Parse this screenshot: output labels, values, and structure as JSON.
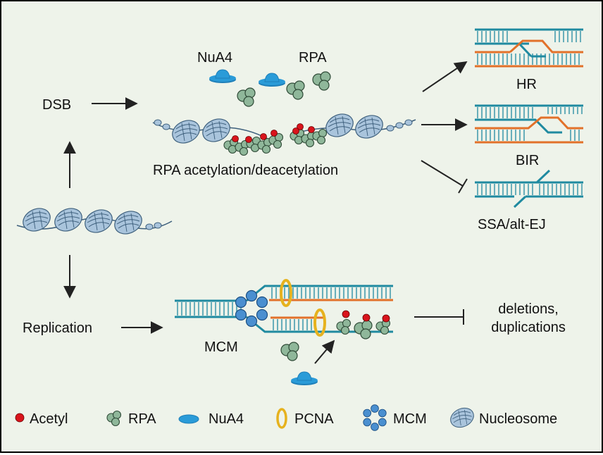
{
  "labels": {
    "dsb": "DSB",
    "replication": "Replication",
    "nua4": "NuA4",
    "rpa": "RPA",
    "rpa_acetylation": "RPA acetylation/deacetylation",
    "hr": "HR",
    "bir": "BIR",
    "ssa": "SSA/alt-EJ",
    "mcm": "MCM",
    "deletions": "deletions,",
    "duplications": "duplications"
  },
  "legend": {
    "acetyl": "Acetyl",
    "rpa": "RPA",
    "nua4": "NuA4",
    "pcna": "PCNA",
    "mcm": "MCM",
    "nucleosome": "Nucleosome"
  },
  "colors": {
    "background": "#eef3ea",
    "teal_dna": "#1f8aa0",
    "orange_dna": "#e2712a",
    "rpa_green": "#8fb79a",
    "acetyl_red": "#d9141c",
    "nua4_blue": "#2a9bd8",
    "pcna_yellow": "#e6b21e",
    "mcm_blue": "#4a8fd0",
    "nucleosome_blue": "#a9c4dc"
  }
}
